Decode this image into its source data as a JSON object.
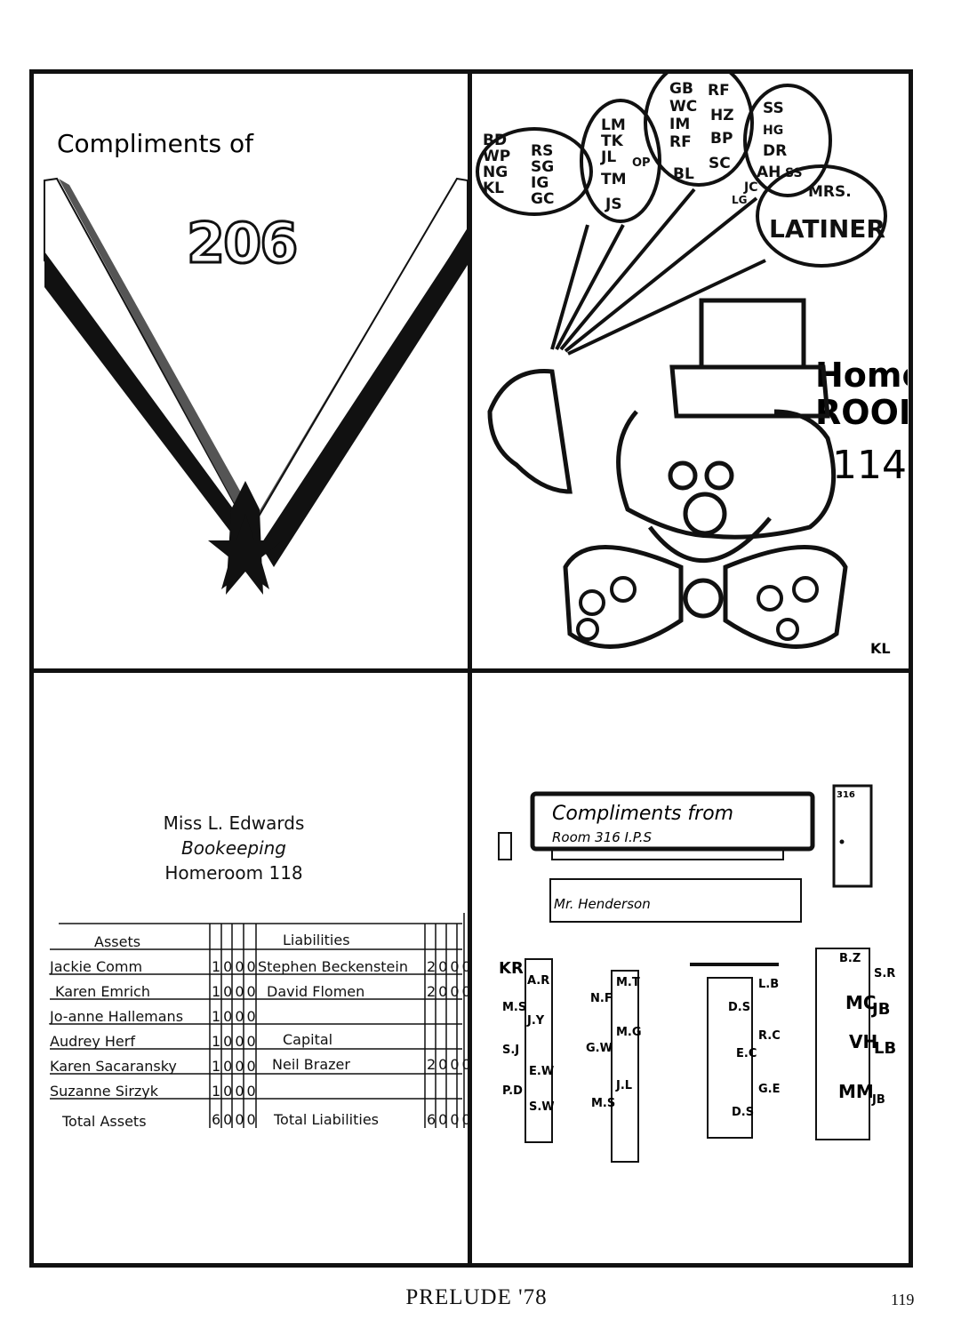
{
  "panel_206": {
    "compliments": "Compliments of",
    "room": "206"
  },
  "panel_114": {
    "balloons": [
      [
        "BD",
        "WP",
        "NG",
        "KL"
      ],
      [
        "RS",
        "SG",
        "IG",
        "GC"
      ],
      [
        "LM",
        "TK",
        "JL",
        "TM",
        "JS"
      ],
      [
        "OP"
      ],
      [
        "GB",
        "WC",
        "IM",
        "RF",
        "BL"
      ],
      [
        "RF",
        "HZ",
        "BP",
        "SC"
      ],
      [
        "SS",
        "HG",
        "DR",
        "AH"
      ],
      [
        "SS"
      ],
      [
        "JC",
        "LG"
      ]
    ],
    "teacher_balloon": [
      "MRS.",
      "LATINER"
    ],
    "home": "Home",
    "room_label": "ROOM",
    "room_number": "114",
    "artist": "KL"
  },
  "panel_118": {
    "teacher": "Miss L. Edwards",
    "subject": "Bookeeping",
    "homeroom": "Homeroom 118",
    "assets_header": "Assets",
    "liabilities_header": "Liabilities",
    "rows": [
      {
        "asset": "Jackie Comm",
        "asset_amt": "1000",
        "liability": "Stephen Beckenstein",
        "liab_amt": "2000"
      },
      {
        "asset": "Karen Emrich",
        "asset_amt": "1000",
        "liability": "David Flomen",
        "liab_amt": "2000"
      },
      {
        "asset": "Jo-anne Hallemans",
        "asset_amt": "1000",
        "liability": "",
        "liab_amt": ""
      },
      {
        "asset": "Audrey Herf",
        "asset_amt": "1000",
        "liability": "Capital",
        "liab_amt": ""
      },
      {
        "asset": "Karen Sacaransky",
        "asset_amt": "1000",
        "liability": "Neil Brazer",
        "liab_amt": "2000"
      },
      {
        "asset": "Suzanne Sirzyk",
        "asset_amt": "1000",
        "liability": "",
        "liab_amt": ""
      }
    ],
    "total_assets_label": "Total Assets",
    "total_assets": "6000",
    "total_liabilities_label": "Total Liabilities",
    "total_liabilities": "6000"
  },
  "panel_316": {
    "banner_line1": "Compliments from",
    "banner_line2": "Room 316 I.P.S",
    "door_number": "316",
    "desk_label": "Mr. Henderson",
    "left_initials": [
      "KR",
      "M.S",
      "S.J",
      "P.D"
    ],
    "col1": [
      "A.R",
      "J.Y",
      "E.W",
      "S.W"
    ],
    "col2_left": [
      "N.F",
      "G.W",
      "M.S"
    ],
    "col2": [
      "M.T",
      "M.G",
      "J.L"
    ],
    "col3_left": [
      "D.S",
      "E.C",
      "D.S"
    ],
    "col3_right": [
      "L.B",
      "R.C",
      "G.E"
    ],
    "col4_top": "B.Z",
    "col4_left": [
      "MC",
      "VH",
      "MM"
    ],
    "col4_right": [
      "S.R",
      "JB",
      "LB",
      "JB"
    ]
  },
  "footer": {
    "title": "PRELUDE '78",
    "page": "119"
  }
}
